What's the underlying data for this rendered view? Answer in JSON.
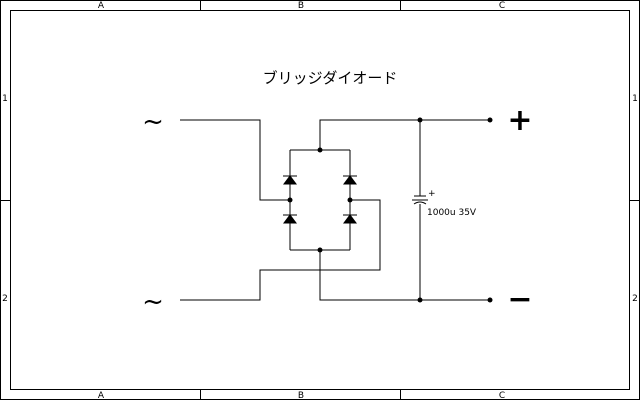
{
  "frame": {
    "columns": [
      "A",
      "B",
      "C"
    ],
    "rows": [
      "1",
      "2"
    ]
  },
  "title": "ブリッジダイオード",
  "capacitor": {
    "label": "1000u 35V",
    "polarity": "+"
  },
  "terminals": {
    "ac_top": "~",
    "ac_bottom": "~",
    "dc_positive": "+",
    "dc_negative": "−"
  },
  "colors": {
    "background": "#ffffff",
    "line": "#000000"
  }
}
